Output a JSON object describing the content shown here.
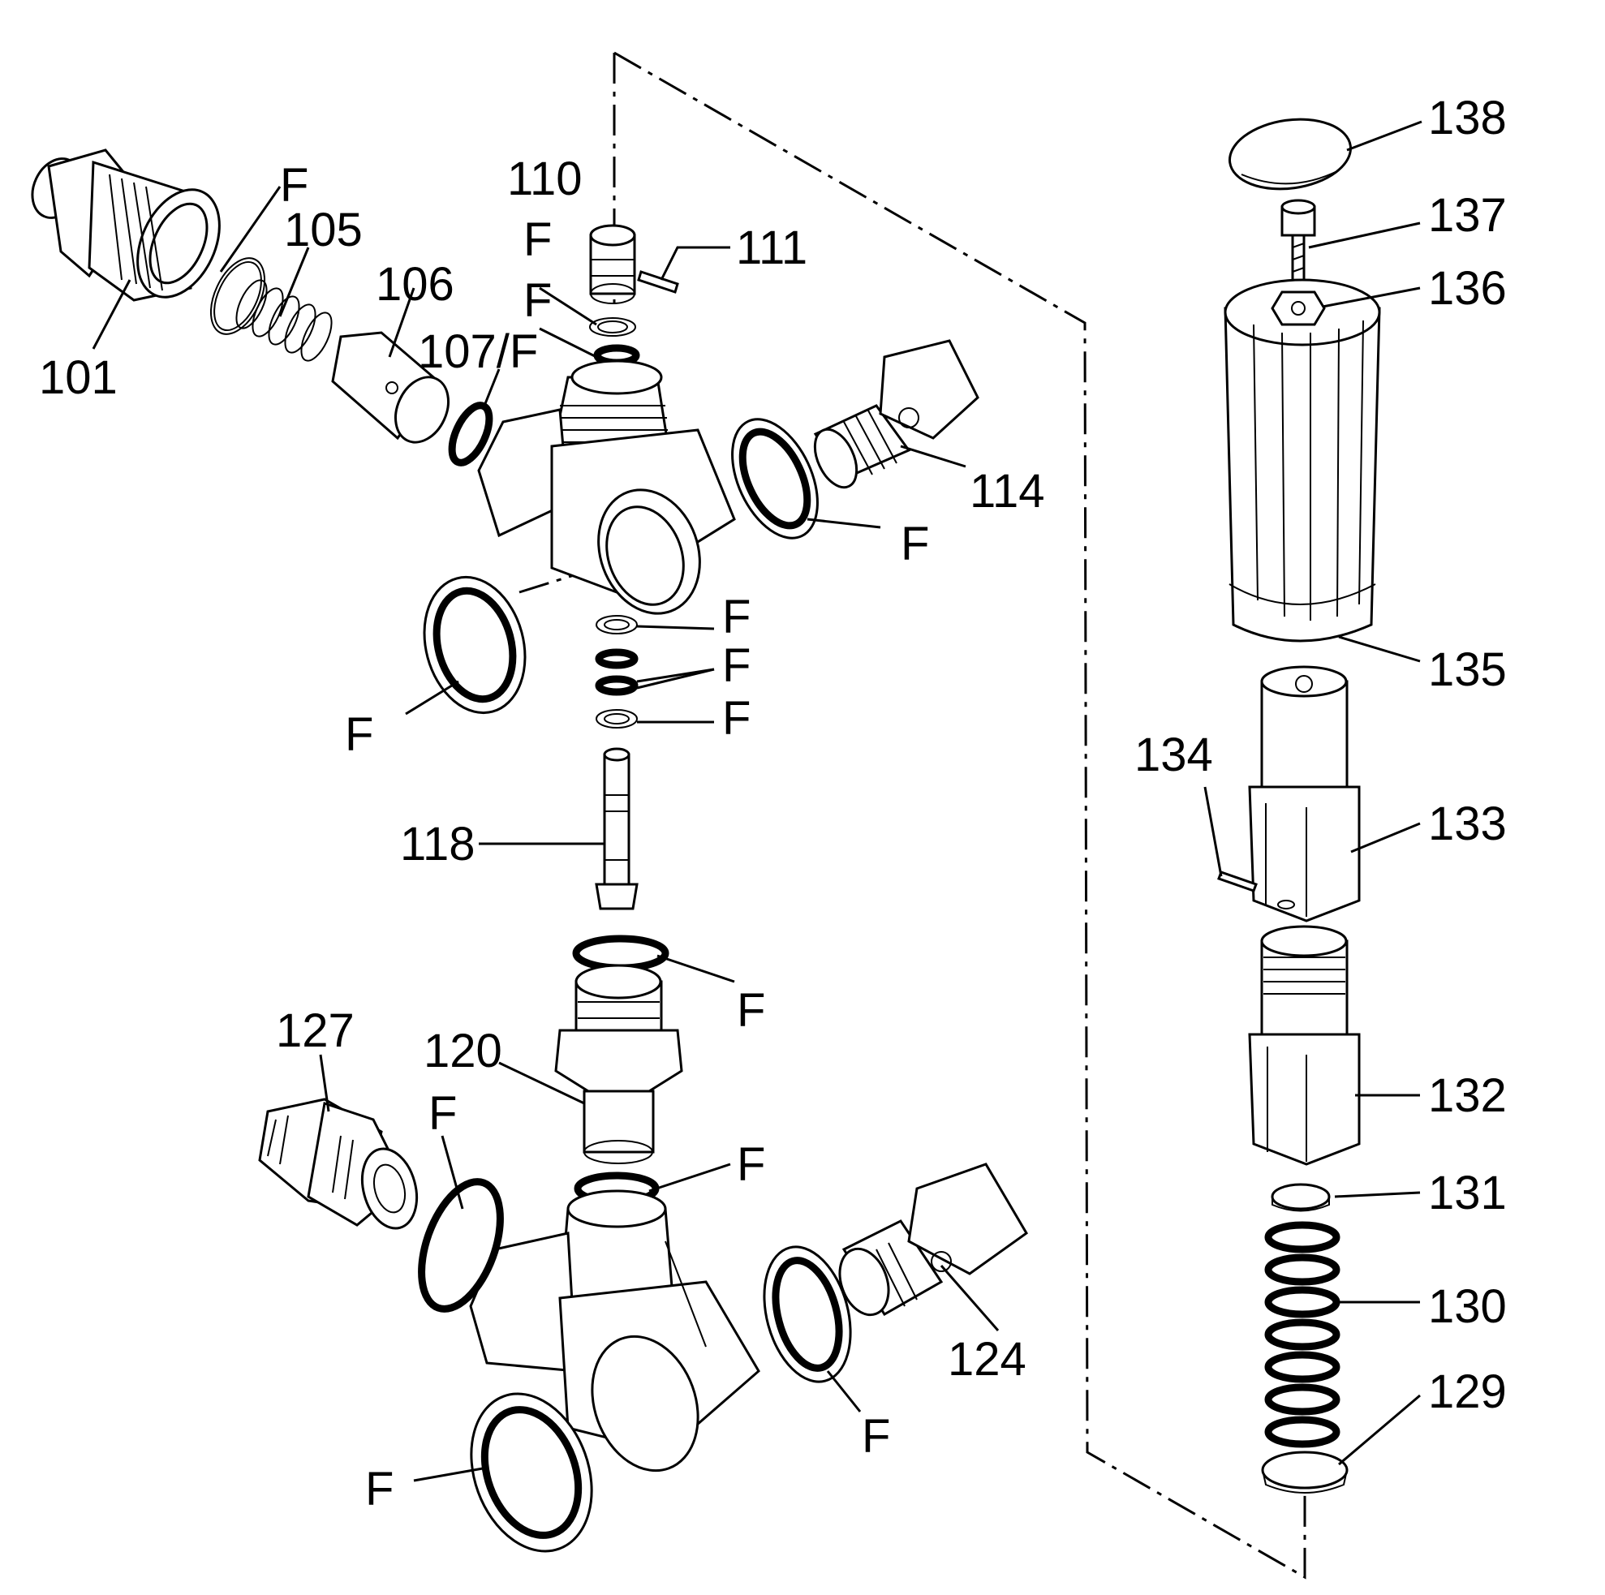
{
  "diagram": {
    "labels": {
      "p101": "101",
      "p105": "105",
      "p106": "106",
      "p107": "107/F",
      "p110": "110",
      "p111": "111",
      "p114": "114",
      "p118": "118",
      "p120": "120",
      "p124": "124",
      "p127": "127",
      "p129": "129",
      "p130": "130",
      "p131": "131",
      "p132": "132",
      "p133": "133",
      "p134": "134",
      "p135": "135",
      "p136": "136",
      "p137": "137",
      "p138": "138",
      "seal": "F"
    }
  }
}
